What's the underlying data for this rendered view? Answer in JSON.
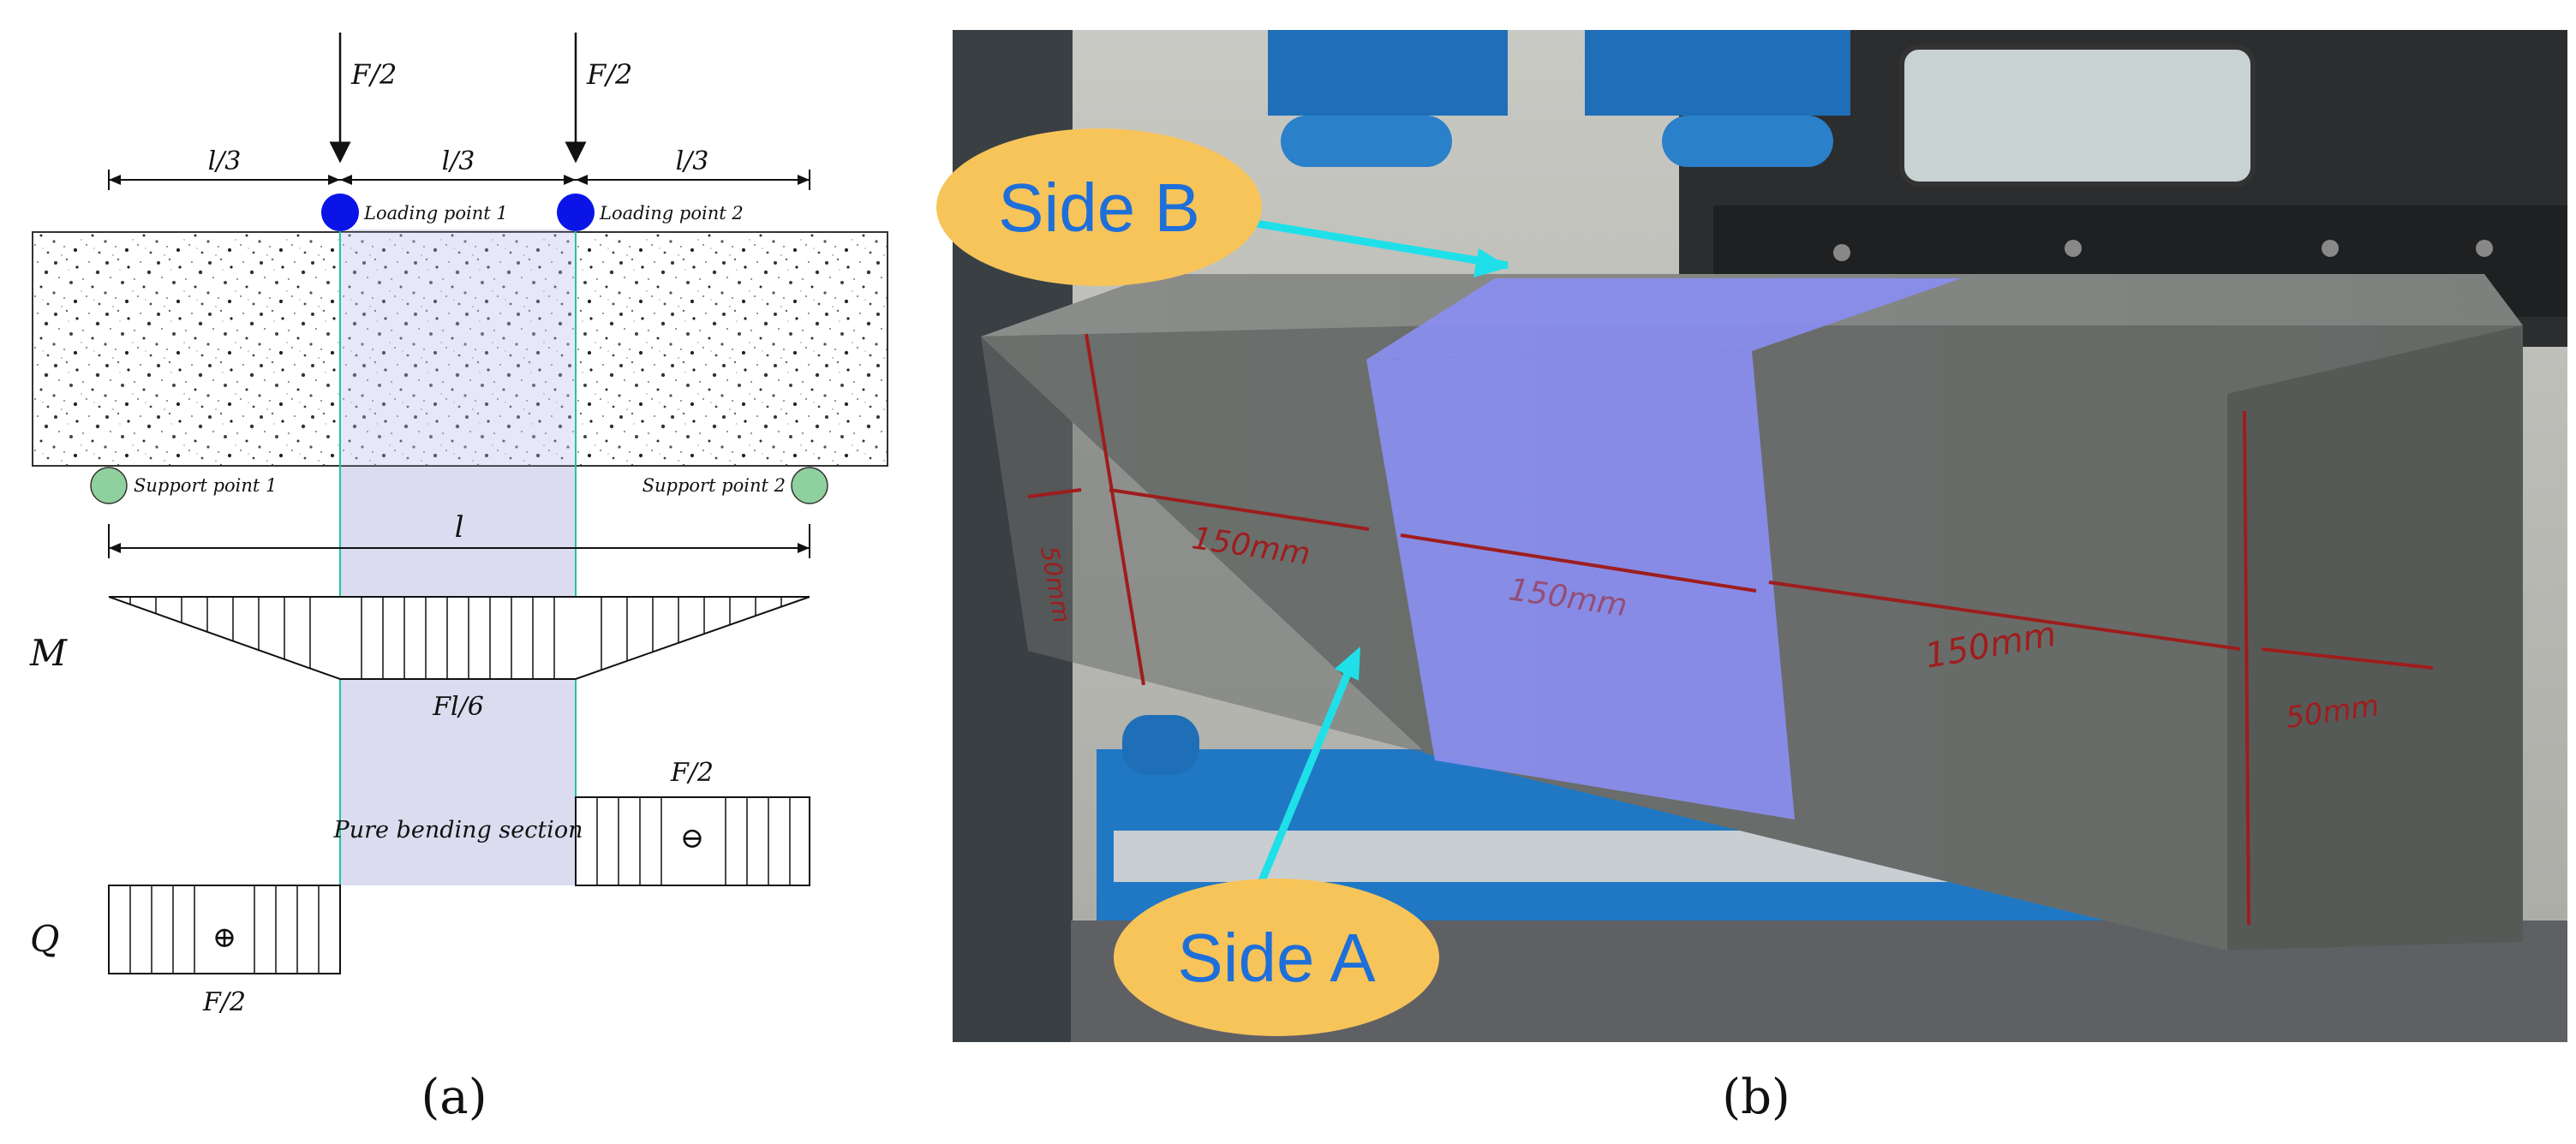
{
  "panel_a": {
    "load_left": "F/2",
    "load_right": "F/2",
    "span_third_1": "l/3",
    "span_third_2": "l/3",
    "span_third_3": "l/3",
    "loading_point_1": "Loading point 1",
    "loading_point_2": "Loading point 2",
    "support_point_1": "Support point 1",
    "support_point_2": "Support point 2",
    "span_total": "l",
    "moment_symbol": "M",
    "moment_value": "Fl/6",
    "shear_symbol": "Q",
    "shear_top_value": "F/2",
    "shear_bottom_value": "F/2",
    "pure_bending_label": "Pure bending section",
    "sign_negative": "⊖",
    "sign_positive": "⊕",
    "caption": "(a)",
    "colors": {
      "load_point": "#0a14e6",
      "support": "#8fd19e",
      "section_line": "#21c4a3",
      "pure_bending_fill": "#dcdcf0"
    }
  },
  "panel_b": {
    "side_b_label": "Side B",
    "side_a_label": "Side A",
    "mark_50_left": "50mm",
    "mark_150_left": "150mm",
    "mark_150_middle": "150mm",
    "mark_150_right": "150mm",
    "mark_50_right": "50mm",
    "caption": "(b)",
    "colors": {
      "bubble": "#f7c45a",
      "bubble_text": "#1e6fd9",
      "arrow": "#1fe0e8",
      "highlight": "#8a8ef0",
      "pen_marks": "#9e1d1d"
    }
  }
}
